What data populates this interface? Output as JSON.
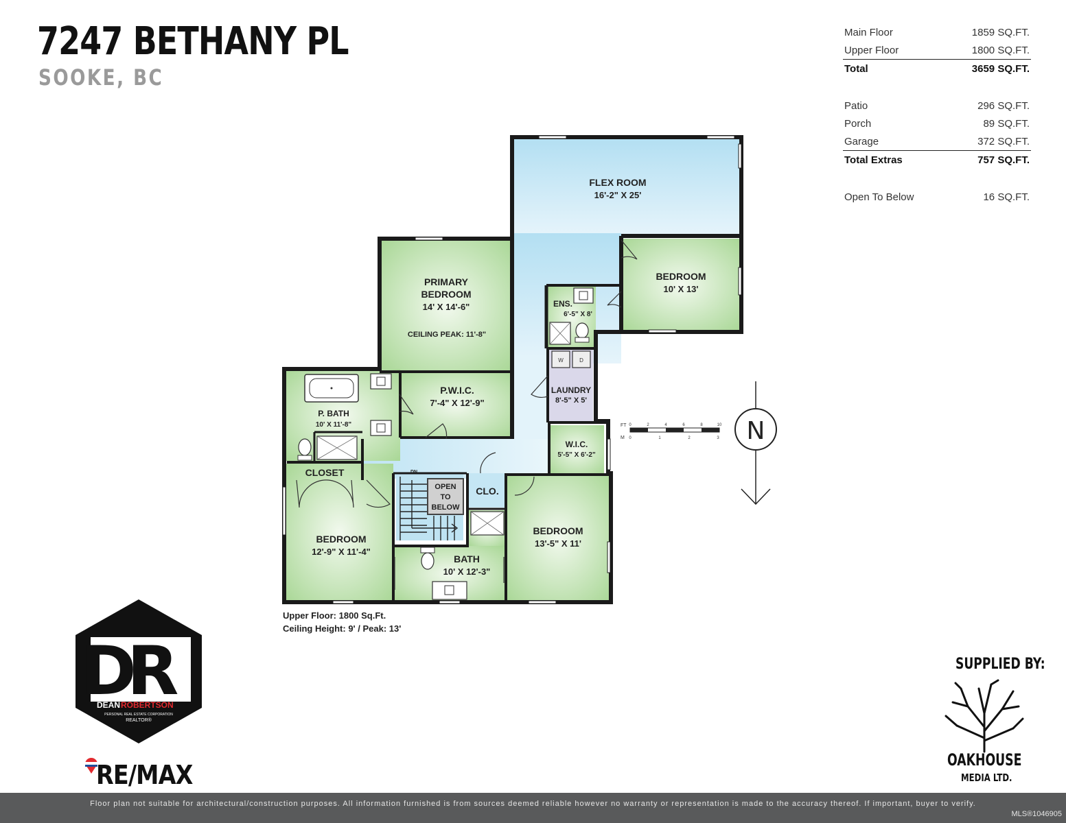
{
  "header": {
    "address": "7247 BETHANY PL",
    "city": "SOOKE, BC"
  },
  "areas": {
    "main_floor": {
      "label": "Main Floor",
      "value": "1859 SQ.FT."
    },
    "upper_floor": {
      "label": "Upper Floor",
      "value": "1800 SQ.FT."
    },
    "total": {
      "label": "Total",
      "value": "3659 SQ.FT."
    },
    "patio": {
      "label": "Patio",
      "value": "296 SQ.FT."
    },
    "porch": {
      "label": "Porch",
      "value": "89 SQ.FT."
    },
    "garage": {
      "label": "Garage",
      "value": "372 SQ.FT."
    },
    "total_extras": {
      "label": "Total Extras",
      "value": "757 SQ.FT."
    },
    "open_to_below": {
      "label": "Open To Below",
      "value": "16 SQ.FT."
    }
  },
  "rooms": {
    "flex_room": {
      "name": "FLEX ROOM",
      "dims": "16'-2\" X 25'"
    },
    "bedroom_ne": {
      "name": "BEDROOM",
      "dims": "10' X 13'"
    },
    "primary": {
      "name1": "PRIMARY",
      "name2": "BEDROOM",
      "dims": "14' X 14'-6\"",
      "note": "CEILING PEAK: 11'-8\""
    },
    "ensuite": {
      "name": "ENS.",
      "dims": "6'-5\" X 8'"
    },
    "pwic": {
      "name": "P.W.I.C.",
      "dims": "7'-4\" X 12'-9\""
    },
    "pbath": {
      "name": "P. BATH",
      "dims": "10' X 11'-8\""
    },
    "laundry": {
      "name": "LAUNDRY",
      "dims": "8'-5\" X 5'",
      "washer": "W",
      "dryer": "D"
    },
    "wic": {
      "name": "W.I.C.",
      "dims": "5'-5\" X 6'-2\""
    },
    "closet": {
      "name": "CLOSET"
    },
    "open_below": {
      "l1": "OPEN",
      "l2": "TO",
      "l3": "BELOW"
    },
    "clo": {
      "name": "CLO."
    },
    "dn": {
      "name": "DN"
    },
    "bedroom_sw": {
      "name": "BEDROOM",
      "dims": "12'-9\" X 11'-4\""
    },
    "bath": {
      "name": "BATH",
      "dims": "10' X 12'-3\""
    },
    "bedroom_se": {
      "name": "BEDROOM",
      "dims": "13'-5\" X 11'"
    }
  },
  "scale": {
    "ft_label": "FT",
    "ft_ticks": [
      "0",
      "2",
      "4",
      "6",
      "8",
      "10"
    ],
    "m_label": "M",
    "m_ticks": [
      "0",
      "1",
      "2",
      "3"
    ]
  },
  "compass": {
    "letter": "N"
  },
  "floor_note": {
    "line1": "Upper Floor: 1800 Sq.Ft.",
    "line2": "Ceiling Height: 9' / Peak: 13'"
  },
  "branding": {
    "realtor_initials": "DR",
    "realtor_name_a": "DEAN",
    "realtor_name_b": "ROBERTSON",
    "realtor_corp": "PERSONAL REAL ESTATE CORPORATION",
    "realtor_title": "REALTOR®",
    "brokerage": "RE/MAX",
    "supplied_by": "SUPPLIED BY:",
    "supplier_name": "OAKHOUSE",
    "supplier_sub": "MEDIA LTD."
  },
  "footer": {
    "disclaimer": "Floor plan not suitable for architectural/construction purposes. All information furnished is from sources deemed reliable however no warranty or representation is made to the accuracy thereof. If important, buyer to verify.",
    "mls": "MLS®1046905"
  },
  "colors": {
    "green_room": "#b9dfa8",
    "blue_room": "#bfe3f2",
    "wall": "#1a1a1a",
    "footer_bg": "#595a5b",
    "brand_red": "#e22a2f"
  }
}
